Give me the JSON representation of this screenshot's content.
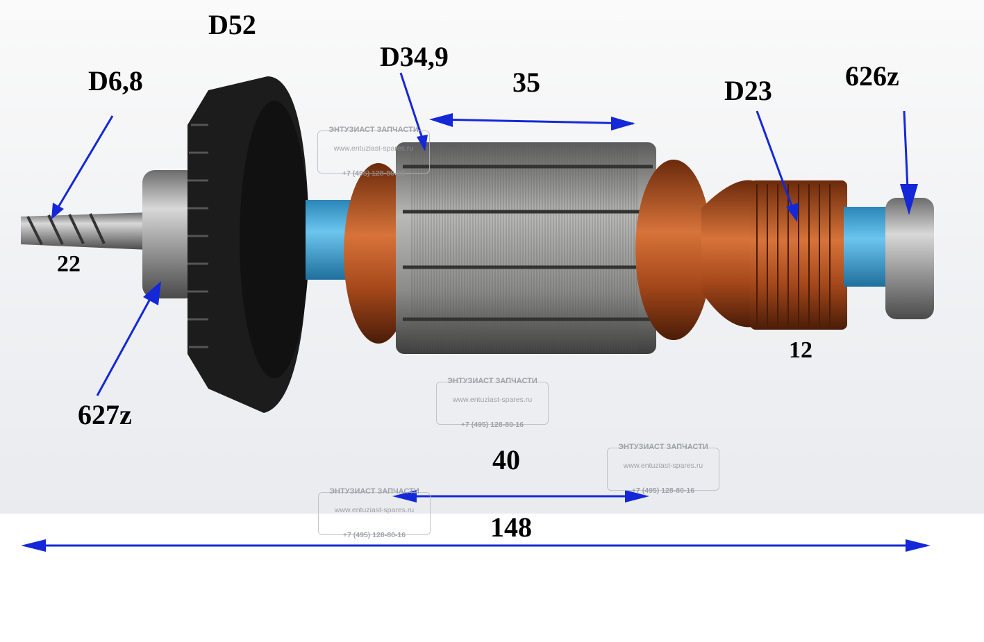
{
  "labels": {
    "gear_diameter": "D52",
    "shaft_diameter": "D6,8",
    "core_diameter": "D34,9",
    "core_length": "35",
    "commutator_diameter": "D23",
    "right_bearing": "626z",
    "shaft_tip_length": "22",
    "left_bearing": "627z",
    "commutator_length": "12",
    "winding_length": "40",
    "total_length": "148"
  },
  "watermark": {
    "title": "ЭНТУЗИАСТ ЗАПЧАСТИ",
    "url": "www.entuziast-spares.ru",
    "phone": "+7 (495) 128-80-16"
  },
  "colors": {
    "arrow": "#1428d8",
    "copper": "#b5561e",
    "insulation": "#3aa8d8"
  }
}
